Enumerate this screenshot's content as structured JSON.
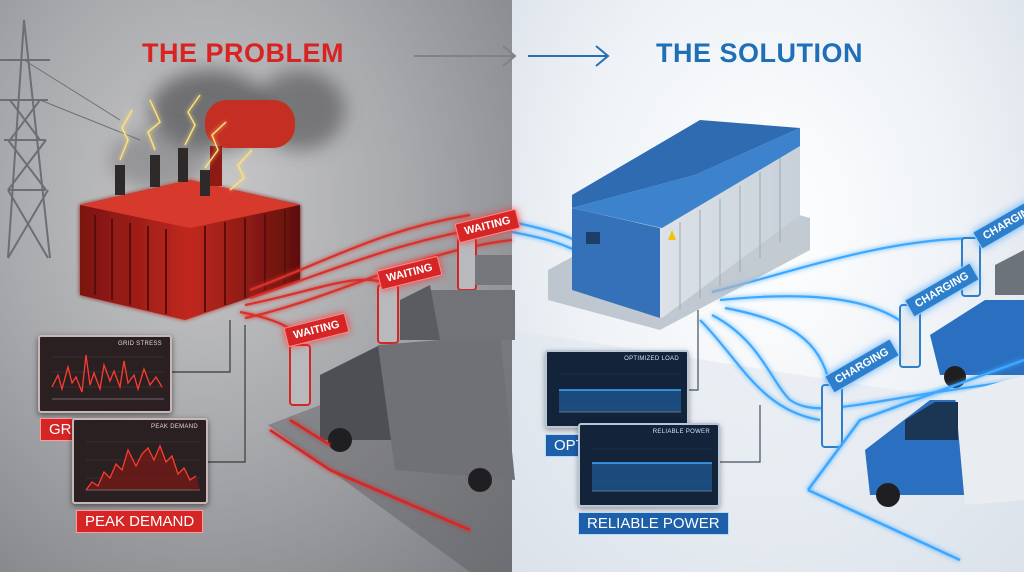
{
  "headings": {
    "problem": "THE PROBLEM",
    "solution": "THE SOLUTION"
  },
  "signs": {
    "waiting": [
      "WAITING",
      "WAITING",
      "WAITING"
    ],
    "charging": [
      "CHARGING",
      "CHARGING",
      "CHARGING"
    ]
  },
  "panels": {
    "grid_stress_title": "GRID STRESS",
    "grid_caption_partial": "GRI",
    "peak_demand_title": "PEAK DEMAND",
    "peak_demand_caption": "PEAK DEMAND",
    "optimized_load_title": "OPTIMIZED LOAD",
    "optimized_caption_partial": "OPT",
    "reliable_power_title": "RELIABLE POWER",
    "reliable_power_caption": "RELIABLE POWER"
  },
  "colors": {
    "problem_accent": "#d92323",
    "solution_accent": "#1e6fb7",
    "glow_red": "#ff3b2f",
    "glow_blue": "#3ea8ff"
  },
  "icons": [
    "power-tower-icon",
    "transformer-icon",
    "battery-storage-icon",
    "ev-charger-icon",
    "delivery-van-icon",
    "arrow-right-icon"
  ]
}
